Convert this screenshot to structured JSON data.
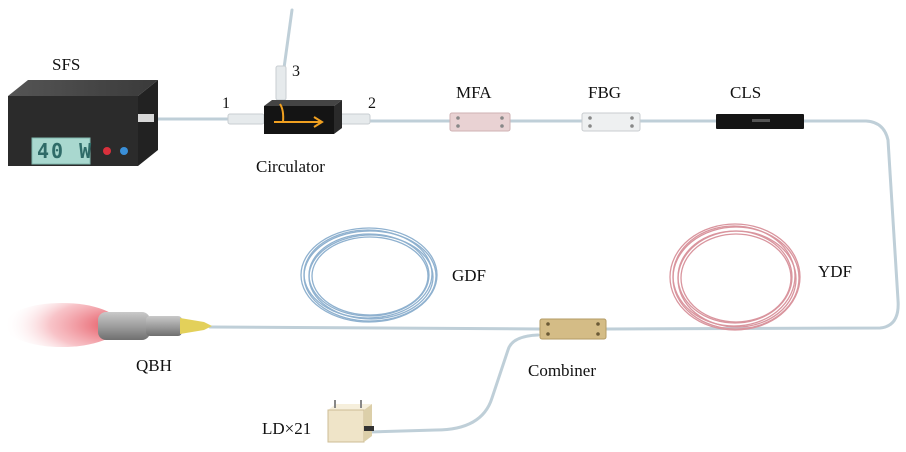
{
  "labels": {
    "sfs": "SFS",
    "circulator": "Circulator",
    "port_1": "1",
    "port_2": "2",
    "port_3": "3",
    "mfa": "MFA",
    "fbg": "FBG",
    "cls": "CLS",
    "gdf": "GDF",
    "ydf": "YDF",
    "qbh": "QBH",
    "combiner": "Combiner",
    "ld": "LD×21"
  },
  "sfs_display": "40 W",
  "colors": {
    "fiber": "#bfcfd8",
    "sfs_box": "#2b2b2b",
    "sfs_screen": "#a9d8cf",
    "mfa": "#e9d2d3",
    "fbg": "#eef0f1",
    "cls": "#151515",
    "gdf_coil": "#8fb1cf",
    "ydf_coil": "#d9959e",
    "combiner": "#d4bc86",
    "ld": "#efe4c8",
    "qbh": "#9a9a9a",
    "output_beam": "#e03d49"
  }
}
